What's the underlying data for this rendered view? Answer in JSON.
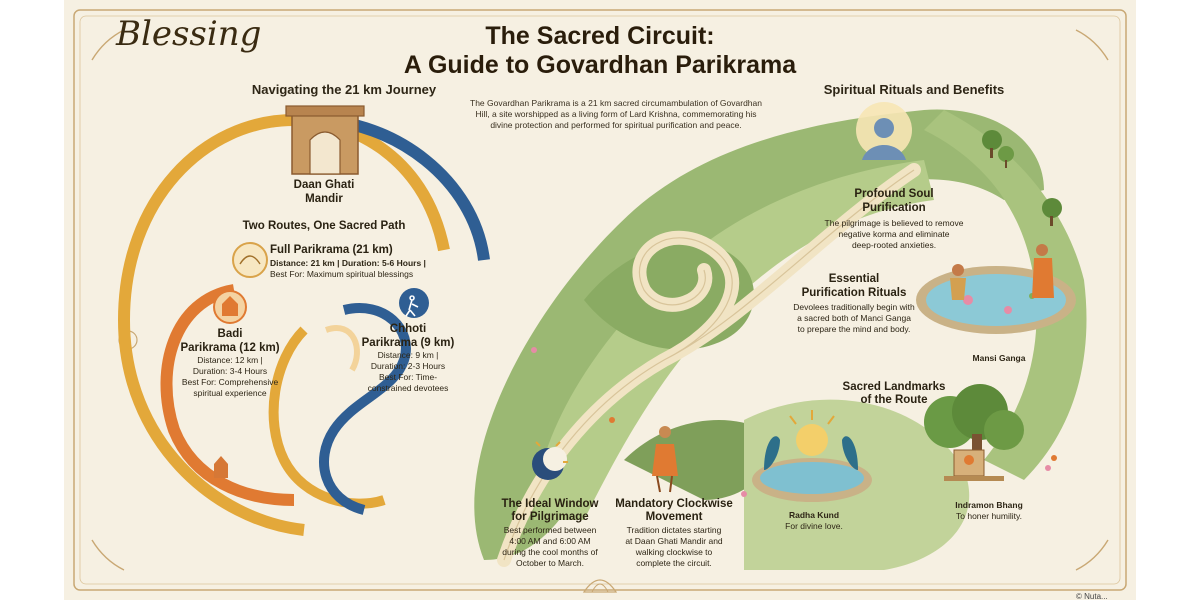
{
  "brand": "Blessing",
  "title": {
    "line1": "The Sacred Circuit:",
    "line2": "A Guide to Govardhan Parikrama"
  },
  "intro": "The Govardhan Parikrama is a 21 km sacred circumambulation of Govardhan Hill, a site worshipped as a living form of Lard Krishna, commemorating his divine protection and performed for spiritual purification and peace.",
  "left_section": {
    "heading": "Navigating the 21 km Journey",
    "start_point": {
      "line1": "Daan Ghati",
      "line2": "Mandir"
    },
    "routes_heading": "Two Routes, One Sacred Path",
    "full": {
      "title": "Full Parikrama (21 km)",
      "line1": "Distance: 21 km  | Duration: 5-6 Hours |",
      "line2": "Best For: Maximum spiritual blessings"
    },
    "badi": {
      "title1": "Badi",
      "title2": "Parikrama (12 km)",
      "l1": "Distance: 12 km |",
      "l2": "Duration: 3-4 Hours",
      "l3": "Best For: Comprehensive",
      "l4": "spiritual experience"
    },
    "chhoti": {
      "title1": "Chhoti",
      "title2": "Parikrama (9 km)",
      "l1": "Distance: 9 km |",
      "l2": "Duration: 2-3 Hours",
      "l3": "Best For: Time-",
      "l4": "constrained devotees"
    }
  },
  "bottom": {
    "window": {
      "t1": "The Ideal Window",
      "t2": "for Pilgrimage",
      "l1": "Best performed between",
      "l2": "4:00 AM and 6:00 AM",
      "l3": "during the cool months of",
      "l4": "October to March."
    },
    "clockwise": {
      "t1": "Mandatory Clockwise",
      "t2": "Movement",
      "l1": "Tradition dictates starting",
      "l2": "at Daan Ghati Mandir and",
      "l3": "walking clockwise to",
      "l4": "complete the circuit."
    }
  },
  "right_section": {
    "heading": "Spiritual Rituals and Benefits",
    "soul": {
      "t1": "Profound Soul",
      "t2": "Purification",
      "l1": "The pilgrimage is believed to remove",
      "l2": "negative korma and eliminate",
      "l3": "deep-rooted anxieties."
    },
    "rituals": {
      "t1": "Essential",
      "t2": "Purification Rituals",
      "l1": "Devolees traditionally begin with",
      "l2": "a sacred both of Manci Ganga",
      "l3": "to prepare the mind and body."
    },
    "mansi": "Mansi Ganga",
    "landmarks": {
      "t1": "Sacred Landmarks",
      "t2": "of the Route"
    },
    "radha": {
      "name": "Radha Kund",
      "desc": "For divine love."
    },
    "indra": {
      "name": "Indramon Bhang",
      "desc": "To honer humility."
    }
  },
  "copyright": "© Nuta..."
}
